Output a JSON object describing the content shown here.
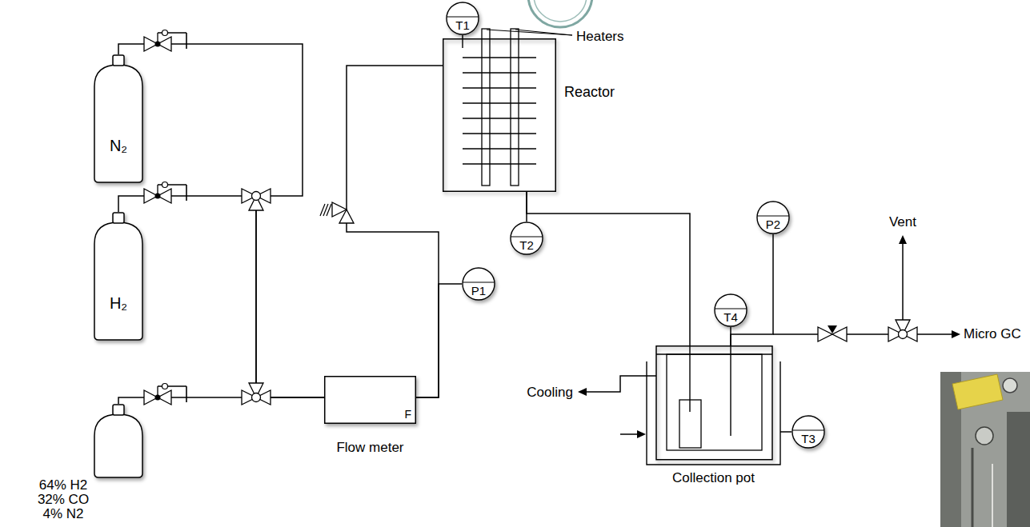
{
  "diagram": {
    "nodes": [
      {
        "text": [
          "N₂"
        ]
      },
      {
        "text": [
          "H₂"
        ]
      },
      {
        "text": [
          "64% H2 32% CO 4% N2"
        ]
      },
      {
        "text": [
          "F",
          "Flow meter"
        ]
      },
      {
        "text": [
          "P1"
        ]
      },
      {
        "text": [
          "T1"
        ]
      },
      {
        "text": [
          "Reactor"
        ]
      },
      {
        "text": [
          "T2"
        ]
      },
      {
        "text": [
          "T4"
        ]
      },
      {
        "text": [
          "P2"
        ]
      },
      {
        "text": [
          "Collection pot"
        ]
      },
      {
        "text": [
          "T3"
        ]
      }
    ],
    "edges": [
      {
        "from": 0,
        "to": 3,
        "arrow": "none"
      },
      {
        "from": 1,
        "to": 3,
        "arrow": "none"
      },
      {
        "from": 2,
        "to": 3,
        "arrow": "none"
      },
      {
        "from": 3,
        "to": 4,
        "arrow": "none"
      },
      {
        "from": 3,
        "to": 6,
        "arrow": "none"
      },
      {
        "from": 5,
        "to": 6,
        "arrow": "none"
      },
      {
        "from": 6,
        "to": 7,
        "arrow": "none"
      },
      {
        "from": 6,
        "to": 10,
        "arrow": "none"
      },
      {
        "from": 8,
        "to": 10,
        "arrow": "none"
      },
      {
        "from": 10,
        "to": 9,
        "arrow": "none"
      },
      {
        "from": 10,
        "to": 11,
        "arrow": "none"
      }
    ],
    "labels": [
      "Heaters",
      "Vent",
      "Micro GC",
      "Cooling"
    ]
  }
}
